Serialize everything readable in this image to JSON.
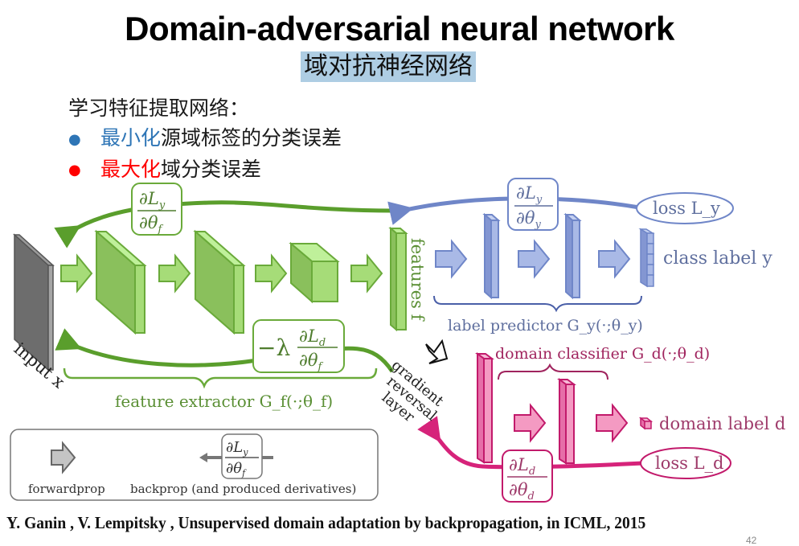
{
  "title": "Domain-adversarial neural network",
  "subtitle": "域对抗神经网络",
  "intro": {
    "heading": "学习特征提取网络：",
    "bullets": [
      {
        "highlight": "最小化",
        "text": "源域标签的分类误差",
        "bullet_color": "#2e75b6",
        "highlight_color": "#2e75b6"
      },
      {
        "highlight": "最大化",
        "text": "域分类误差",
        "bullet_color": "#ff0000",
        "highlight_color": "#ff0000"
      }
    ]
  },
  "diagram": {
    "colors": {
      "feature": "#6aaa3a",
      "feature_fill": "#a6dc78",
      "label": "#6f86c8",
      "label_fill": "#a9b9e6",
      "domain": "#d6237a",
      "domain_fill": "#f49ac2",
      "input": "#6d6d6d"
    },
    "input_label": "input x",
    "features_label": "features f",
    "feature_extractor_label": "feature extractor G_f(·;θ_f)",
    "label_predictor_label": "label predictor G_y(·;θ_y)",
    "domain_classifier_label": "domain classifier G_d(·;θ_d)",
    "class_label": "class label y",
    "domain_label": "domain label d",
    "loss_y": "loss L_y",
    "loss_d": "loss L_d",
    "grad_fy_num": "∂L",
    "grad_fy_sub": "y",
    "grad_fy_den": "∂θ",
    "grad_fy_den_sub": "f",
    "grad_yy_num": "∂L",
    "grad_yy_sub": "y",
    "grad_yy_den": "∂θ",
    "grad_yy_den_sub": "y",
    "grad_fd_prefix": "−λ",
    "grad_fd_num": "∂L",
    "grad_fd_sub": "d",
    "grad_fd_den": "∂θ",
    "grad_fd_den_sub": "f",
    "grad_dd_num": "∂L",
    "grad_dd_sub": "d",
    "grad_dd_den": "∂θ",
    "grad_dd_den_sub": "d",
    "grl_lines": [
      "gradient",
      "reversal",
      "layer"
    ]
  },
  "legend": {
    "forwardprop": "forwardprop",
    "backprop": "backprop (and produced derivatives)",
    "num": "∂L",
    "sub": "y",
    "den": "∂θ",
    "den_sub": "f"
  },
  "citation": "Y. Ganin , V. Lempitsky , Unsupervised domain adaptation by backpropagation, in ICML, 2015",
  "page_number": "42"
}
